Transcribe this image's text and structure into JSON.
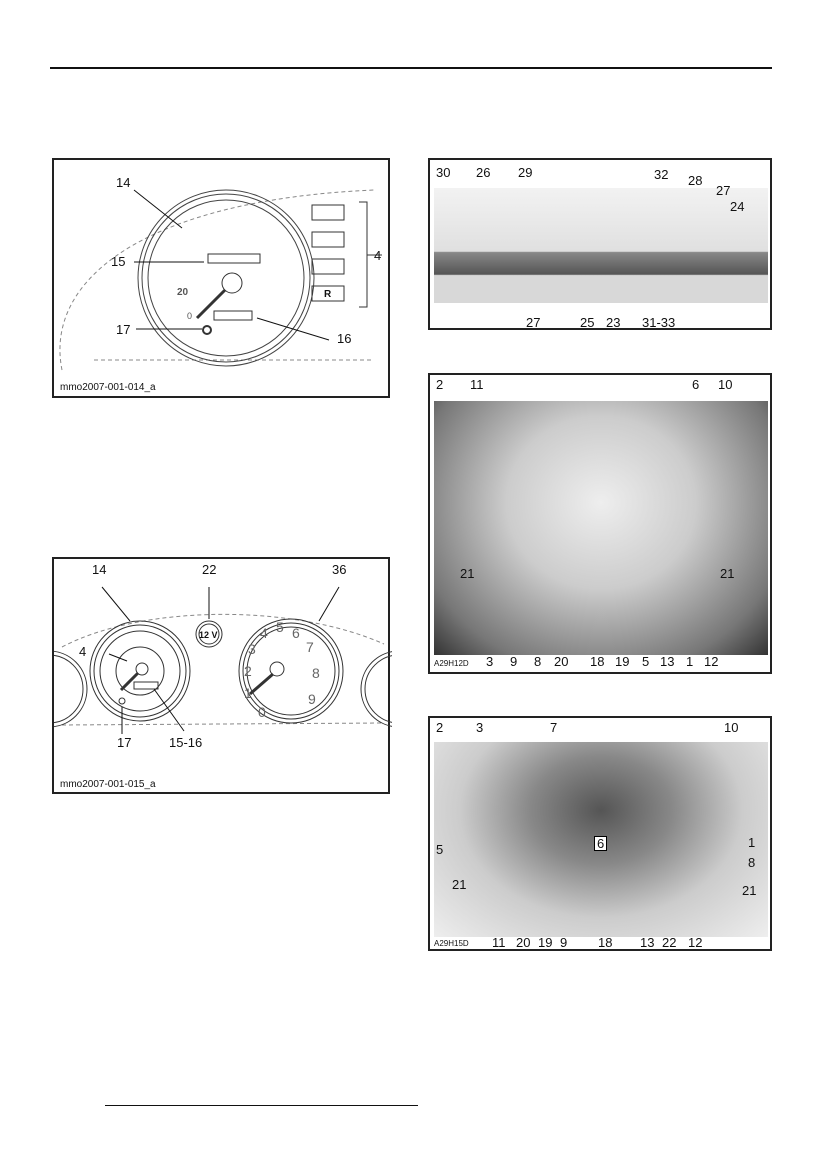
{
  "figures": [
    {
      "id": "fig-gauge-single",
      "caption": "mmo2007-001-014_a",
      "labels": [
        "14",
        "15",
        "4",
        "20",
        "0",
        "17",
        "16",
        "R"
      ]
    },
    {
      "id": "fig-gauge-dual",
      "caption": "mmo2007-001-015_a",
      "labels": [
        "14",
        "22",
        "36",
        "4",
        "17",
        "15-16",
        "12 V"
      ],
      "tach_numbers": [
        "1",
        "2",
        "3",
        "4",
        "5",
        "6",
        "7",
        "8",
        "9",
        "0"
      ]
    },
    {
      "id": "fig-side-view",
      "labels": [
        "30",
        "26",
        "29",
        "32",
        "28",
        "27",
        "24",
        "27",
        "25",
        "23",
        "31-33"
      ]
    },
    {
      "id": "fig-handlebar-1",
      "caption": "A29H12D",
      "labels": [
        "2",
        "11",
        "6",
        "10",
        "21",
        "21",
        "3",
        "9",
        "8",
        "20",
        "18",
        "19",
        "5",
        "13",
        "1",
        "12"
      ]
    },
    {
      "id": "fig-handlebar-2",
      "caption": "A29H15D",
      "labels": [
        "2",
        "3",
        "7",
        "10",
        "5",
        "6",
        "1",
        "8",
        "21",
        "21",
        "11",
        "20",
        "19",
        "9",
        "18",
        "13",
        "22",
        "12"
      ]
    }
  ]
}
